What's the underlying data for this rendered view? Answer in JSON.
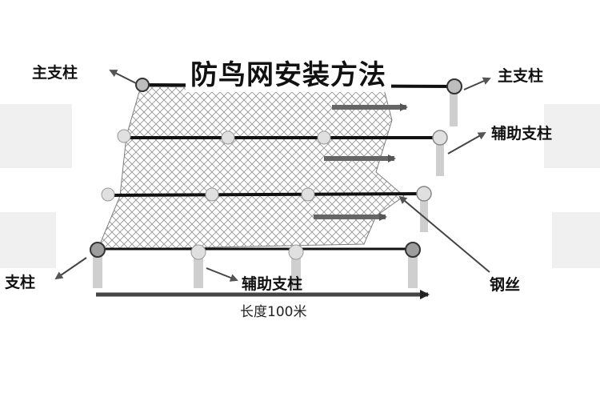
{
  "title": "防鸟网安装方法",
  "labels": {
    "main_post_left": "主支柱",
    "main_post_right": "主支柱",
    "aux_post_right": "辅助支柱",
    "post_left": "支柱",
    "aux_post_bottom": "辅助支柱",
    "steel_wire": "钢丝",
    "length": "长度100米"
  },
  "colors": {
    "line": "#111111",
    "post": "#cfcfcf",
    "arrow": "#555555",
    "mesh": "#8a8a8a"
  }
}
